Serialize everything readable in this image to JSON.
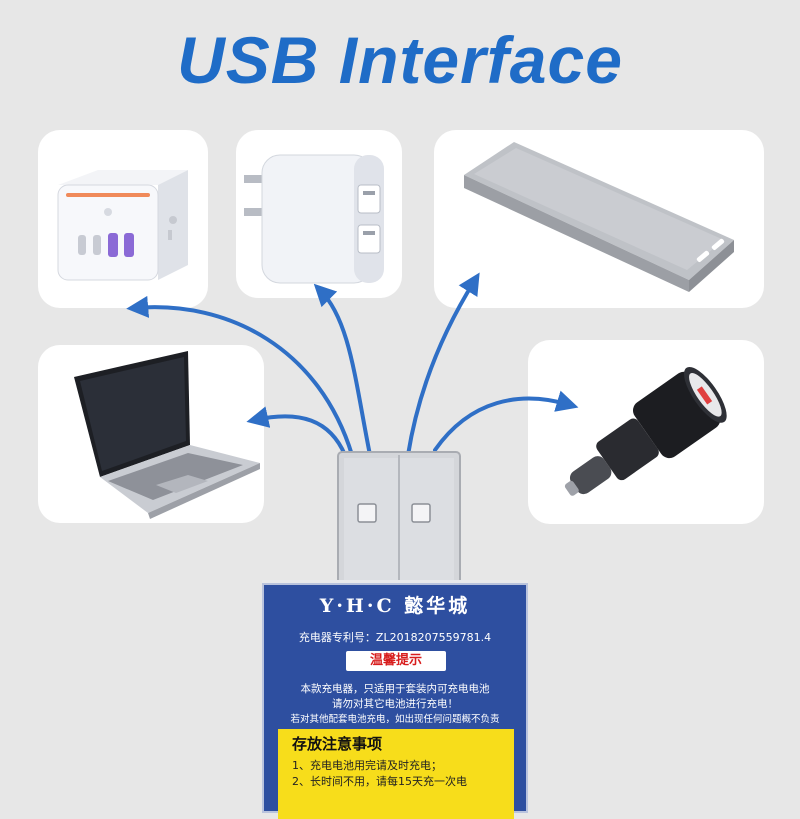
{
  "title": "USB Interface",
  "devices": [
    {
      "name": "power-cube-socket"
    },
    {
      "name": "usb-wall-adapter"
    },
    {
      "name": "power-bank"
    },
    {
      "name": "laptop"
    },
    {
      "name": "car-charger"
    }
  ],
  "label": {
    "brand": "Y·H·C  懿华城",
    "patent": "充电器专利号：ZL2018207559781.4",
    "warning_title": "温馨提示",
    "notice_line1": "本款充电器，只适用于套装内可充电电池",
    "notice_line2": "请勿对其它电池进行充电！",
    "notice_line3": "若对其他配套电池充电，如出现任何问题概不负责",
    "storage_title": "存放注意事项",
    "storage_line1": "1、充电电池用完请及时充电；",
    "storage_line2": "2、长时间不用，请每15天充一次电"
  },
  "colors": {
    "title": "#1f6cc7",
    "arrow": "#2f6fc6",
    "label_bg": "#2e4fa0",
    "warning_text": "#d81d1d",
    "storage_bg": "#f7dd1b"
  }
}
